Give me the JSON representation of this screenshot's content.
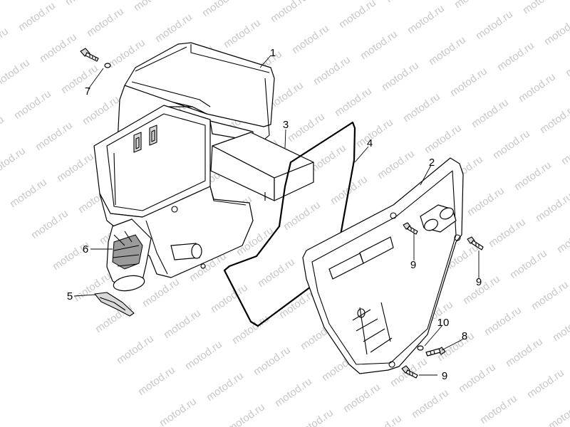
{
  "watermark": {
    "text": "motod.ru",
    "color": "#c8c8c8"
  },
  "labels": [
    {
      "id": "1",
      "text": "1"
    },
    {
      "id": "2",
      "text": "2"
    },
    {
      "id": "3",
      "text": "3"
    },
    {
      "id": "4",
      "text": "4"
    },
    {
      "id": "5",
      "text": "5"
    },
    {
      "id": "6",
      "text": "6"
    },
    {
      "id": "7",
      "text": "7"
    },
    {
      "id": "8",
      "text": "8"
    },
    {
      "id": "9a",
      "text": "9"
    },
    {
      "id": "9b",
      "text": "9"
    },
    {
      "id": "9c",
      "text": "9"
    },
    {
      "id": "10",
      "text": "10"
    }
  ]
}
